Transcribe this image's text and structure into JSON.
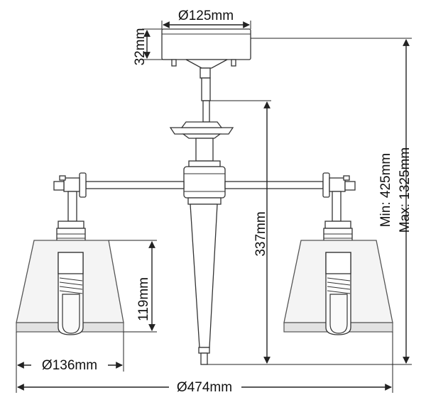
{
  "dimensions": {
    "canopy_diameter": "Ø125mm",
    "canopy_height": "32mm",
    "body_height": "337mm",
    "shade_height": "119mm",
    "shade_diameter": "Ø136mm",
    "overall_diameter": "Ø474mm",
    "min_height": "Min: 425mm",
    "max_height": "Max: 1325mm"
  }
}
